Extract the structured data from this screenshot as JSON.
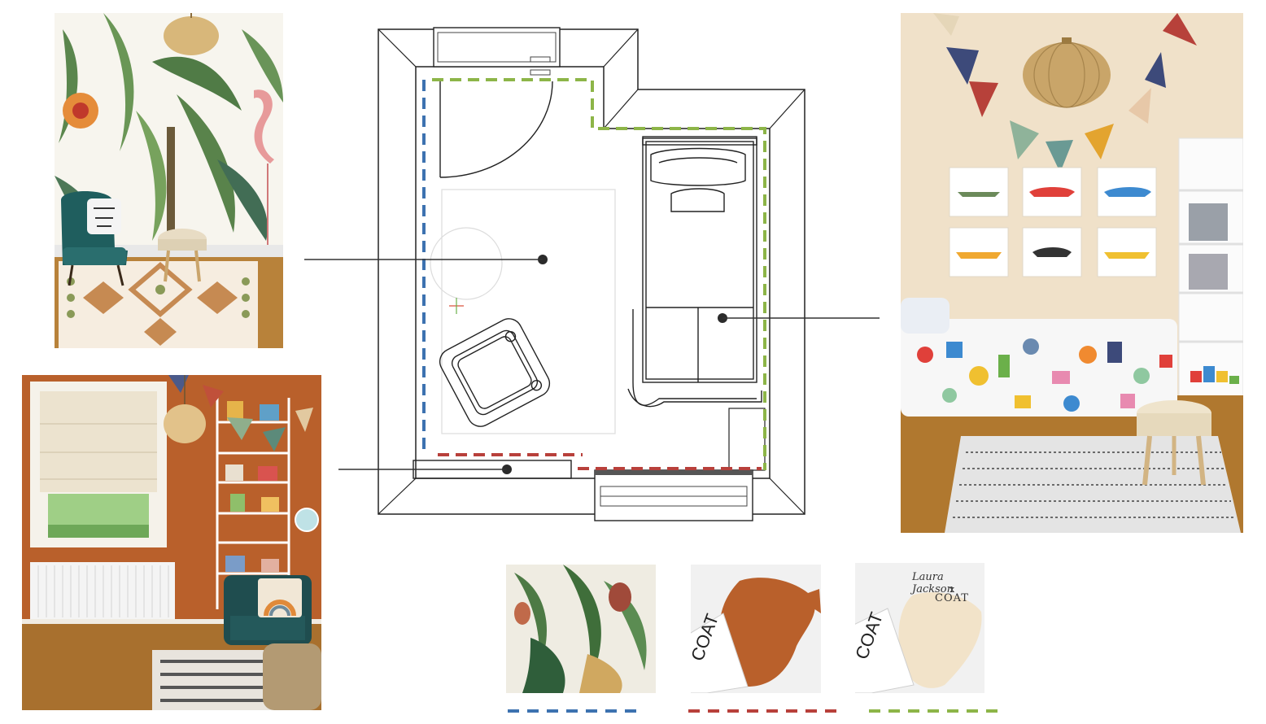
{
  "swatches": {
    "paint_signature": "Laura Jackson",
    "paint_x": "x",
    "paint_brand": "COAT"
  },
  "legend": [
    {
      "color": "#3d72b0",
      "style": "dashed"
    },
    {
      "color": "#b8403b",
      "style": "dashed"
    },
    {
      "color": "#8db548",
      "style": "dashed"
    }
  ],
  "colors": {
    "terracotta": "#b9602b",
    "teal_velvet": "#1f4d4f",
    "cream_wall": "#f0e1c9",
    "wood_floor": "#b0782f",
    "blue_dash": "#3d72b0",
    "red_dash": "#b8403b",
    "green_dash": "#8db548"
  }
}
